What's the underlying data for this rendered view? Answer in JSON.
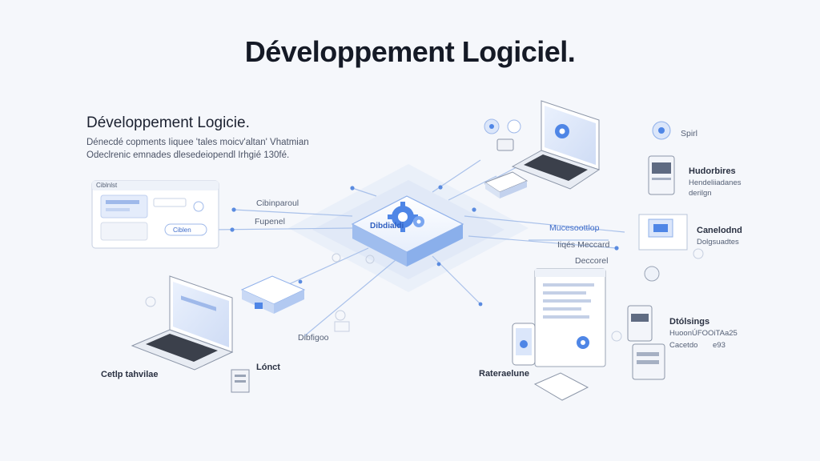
{
  "title": "Développement Logiciel.",
  "left_panel": {
    "heading": "Développement Logicie.",
    "description_line1": "Dénecdé copments Iiquee 'tales moicv'altan' Vhatmian",
    "description_line2": "Odeclrenic emnades dlesedeiopendl Irhgié 130fé."
  },
  "hub_label": "Dibdialdi",
  "labels": {
    "left_top": "Cibinparoul",
    "left_mid": "Fupenel",
    "right_top": "Mucesoottlop",
    "right_mid": "Iiqés Meccard",
    "right_low": "Deccorel",
    "center_low": "Dibfigoo",
    "bottom_left": "Cetlp tahvilae",
    "bottom_mid": "Lónct",
    "bottom_right": "Rateraelune",
    "far_right_1_title": "Hudorbires",
    "far_right_1_line1": "Hendeliiadanes",
    "far_right_1_line2": "derilgn",
    "far_right_2_title": "Canelodnd",
    "far_right_2_line1": "Dolgsuadtes",
    "far_right_3_title": "Dtólsings",
    "far_right_3_line1": "HuoonÚFOOiTAa25",
    "far_right_3_line2": "Cacetdo",
    "far_right_3_line3": "e93",
    "top_right_small": "Spirl"
  },
  "ui_card": {
    "tab": "Ciblnlst",
    "badge": "Ciblen"
  },
  "colors": {
    "accent": "#3f7be0",
    "accent_light": "#dde7fa",
    "line": "#9cb8ea",
    "panel": "#ffffff",
    "stroke": "#c6cfe0"
  }
}
